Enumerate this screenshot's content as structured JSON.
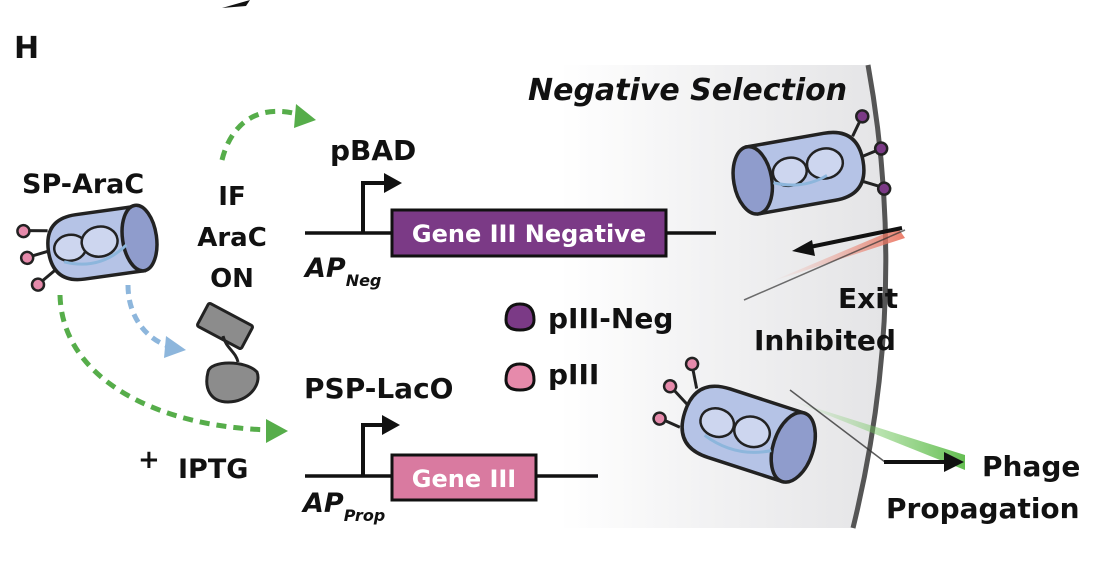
{
  "panel_label": "H",
  "section_title": "Negative Selection",
  "sp": {
    "name": "SP-AraC"
  },
  "condition": {
    "line1": "IF",
    "line2": "AraC",
    "line3": "ON"
  },
  "iptg": {
    "plus": "+",
    "label": "IPTG"
  },
  "negative_construct": {
    "promoter": "pBAD",
    "gene": "Gene III Negative",
    "ap_main": "AP",
    "ap_sub": "Neg",
    "gene_color": "#7b3a86"
  },
  "propagation_construct": {
    "promoter": "PSP-LacO",
    "gene": "Gene III",
    "ap_main": "AP",
    "ap_sub": "Prop",
    "gene_color": "#d97aa0"
  },
  "legend": [
    {
      "label": "pIII-Neg",
      "color": "#7b3a86"
    },
    {
      "label": "pIII",
      "color": "#e68aab"
    }
  ],
  "outcomes": {
    "exit_line1": "Exit",
    "exit_line2": "Inhibited",
    "prop_line1": "Phage",
    "prop_line2": "Propagation"
  },
  "colors": {
    "green_arrow": "#56ad4a",
    "blue_arrow": "#8db6dc",
    "phage_body": "#b5c3e6",
    "phage_cap": "#8f9ccc",
    "araC": "#8c8c8c"
  }
}
